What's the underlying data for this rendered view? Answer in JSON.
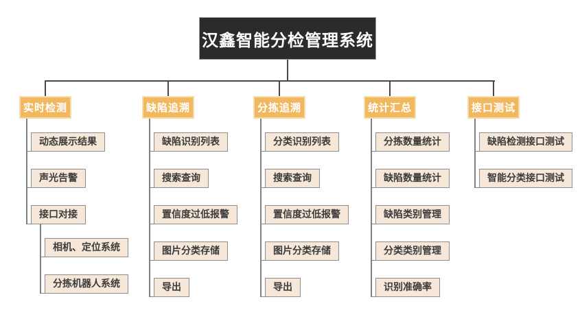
{
  "title": "汉鑫智能分检管理系统",
  "colors": {
    "root_bg": "#2b2b2b",
    "root_text": "#ffffff",
    "branch_bg": "#f1b860",
    "branch_border": "#f7dcab",
    "branch_text": "#ffffff",
    "leaf_bg": "#f6e7d8",
    "leaf_border": "#8c8c8c",
    "leaf_text": "#3b3b3b",
    "connector": "#808080",
    "connector_dark": "#474747"
  },
  "branches": [
    {
      "label": "实时检测",
      "children": [
        {
          "label": "动态展示结果"
        },
        {
          "label": "声光告警"
        },
        {
          "label": "接口对接",
          "children": [
            {
              "label": "相机、定位系统"
            },
            {
              "label": "分拣机器人系统"
            }
          ]
        }
      ]
    },
    {
      "label": "缺陷追溯",
      "children": [
        {
          "label": "缺陷识别列表"
        },
        {
          "label": "搜索查询"
        },
        {
          "label": "置信度过低报警"
        },
        {
          "label": "图片分类存储"
        },
        {
          "label": "导出"
        }
      ]
    },
    {
      "label": "分拣追溯",
      "children": [
        {
          "label": "分类识别列表"
        },
        {
          "label": "搜索查询"
        },
        {
          "label": "置信度过低报警"
        },
        {
          "label": "图片分类存储"
        },
        {
          "label": "导出"
        }
      ]
    },
    {
      "label": "统计汇总",
      "children": [
        {
          "label": "分拣数量统计"
        },
        {
          "label": "缺陷数量统计"
        },
        {
          "label": "缺陷类别管理"
        },
        {
          "label": "分类类别管理"
        },
        {
          "label": "识别准确率"
        }
      ]
    },
    {
      "label": "接口测试",
      "children": [
        {
          "label": "缺陷检测接口测试"
        },
        {
          "label": "智能分类接口测试"
        }
      ]
    }
  ]
}
